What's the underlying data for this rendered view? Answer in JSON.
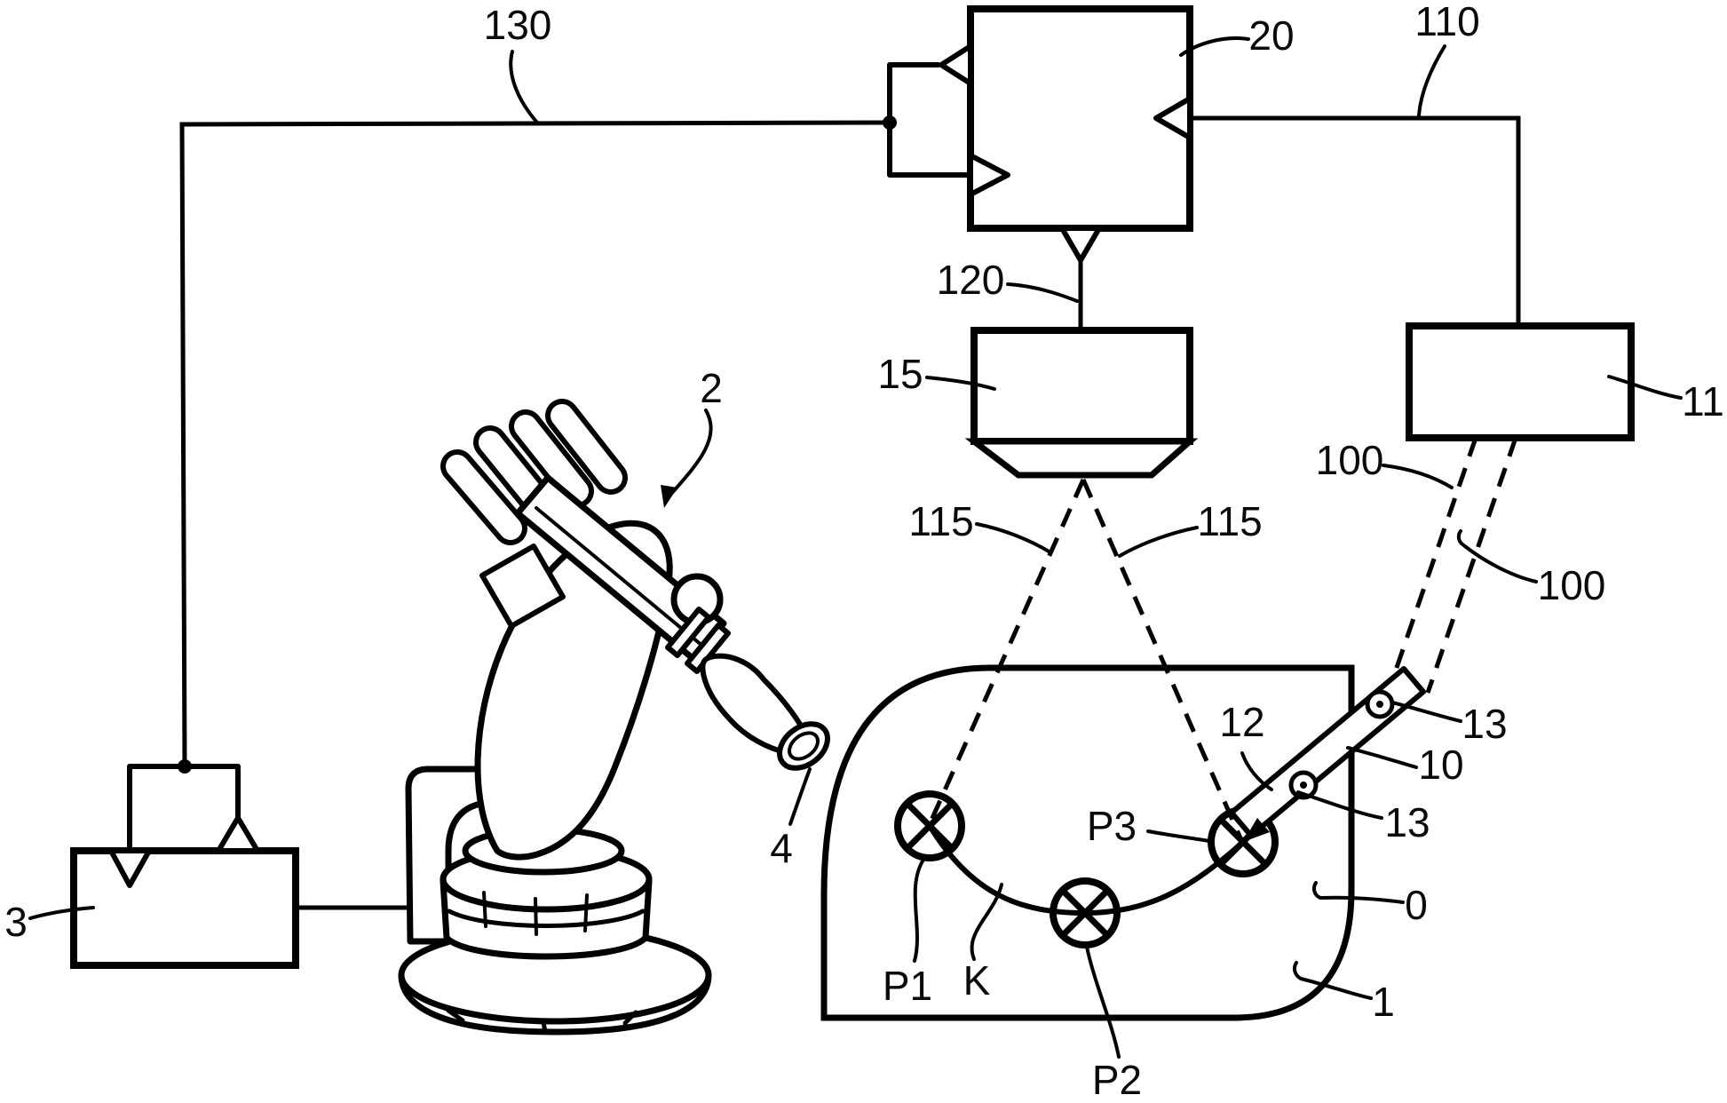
{
  "figure": {
    "background": "#ffffff",
    "ink": "#000000",
    "type": "patent-line-drawing"
  },
  "labels": {
    "l130": {
      "text": "130"
    },
    "l20": {
      "text": "20"
    },
    "l110": {
      "text": "110"
    },
    "l120": {
      "text": "120"
    },
    "l15": {
      "text": "15"
    },
    "l11": {
      "text": "11"
    },
    "l100a": {
      "text": "100"
    },
    "l100b": {
      "text": "100"
    },
    "l115a": {
      "text": "115"
    },
    "l115b": {
      "text": "115"
    },
    "l2": {
      "text": "2"
    },
    "l4": {
      "text": "4"
    },
    "lP1": {
      "text": "P1"
    },
    "lP2": {
      "text": "P2"
    },
    "lP3": {
      "text": "P3"
    },
    "lK": {
      "text": "K"
    },
    "l12": {
      "text": "12"
    },
    "l13a": {
      "text": "13"
    },
    "l10": {
      "text": "10"
    },
    "l13b": {
      "text": "13"
    },
    "l0": {
      "text": "0"
    },
    "l1": {
      "text": "1"
    },
    "l3": {
      "text": "3"
    }
  }
}
